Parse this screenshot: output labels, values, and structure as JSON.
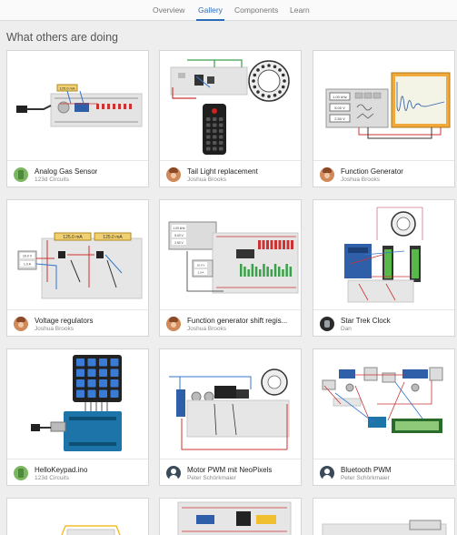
{
  "nav": {
    "tabs": [
      {
        "label": "Overview",
        "active": false
      },
      {
        "label": "Gallery",
        "active": true
      },
      {
        "label": "Components",
        "active": false
      },
      {
        "label": "Learn",
        "active": false
      }
    ]
  },
  "section_title": "What others are doing",
  "cards": [
    {
      "name": "Analog Gas Sensor",
      "author": "123d Circuits",
      "avatar": "green"
    },
    {
      "name": "Tail Light replacement",
      "author": "Joshua Brooks",
      "avatar": "face"
    },
    {
      "name": "Function Generator",
      "author": "Joshua Brooks",
      "avatar": "face"
    },
    {
      "name": "Voltage regulators",
      "author": "Joshua Brooks",
      "avatar": "face"
    },
    {
      "name": "Function generator shift regis...",
      "author": "Joshua Brooks",
      "avatar": "face"
    },
    {
      "name": "Star Trek Clock",
      "author": "Dan",
      "avatar": "dark"
    },
    {
      "name": "HelloKeypad.ino",
      "author": "123d Circuits",
      "avatar": "green"
    },
    {
      "name": "Motor PWM mit NeoPixels",
      "author": "Peter Schörkmaier",
      "avatar": "person"
    },
    {
      "name": "Bluetooth PWM",
      "author": "Peter Schörkmaier",
      "avatar": "person"
    }
  ],
  "thumb_labels": {
    "fg_freq": "1.00 kHz",
    "fg_amp": "5.00 V",
    "fg_off": "2.50 V",
    "vr_a1": "125.0 mA",
    "vr_a2": "125.0 mA",
    "vr_v": "10.0 V",
    "vr_a3": "1.0 A",
    "sr_f": "1.00 kHz",
    "sr_a": "5.00 V",
    "sr_o": "2.50 V",
    "sr_v": "10.0 V",
    "sr_i": "1.0 A",
    "ag_meter": "125.0 mA"
  },
  "colors": {
    "accent": "#2b6bb6",
    "card_border": "#d6d6d6",
    "background": "#eeeeee"
  }
}
